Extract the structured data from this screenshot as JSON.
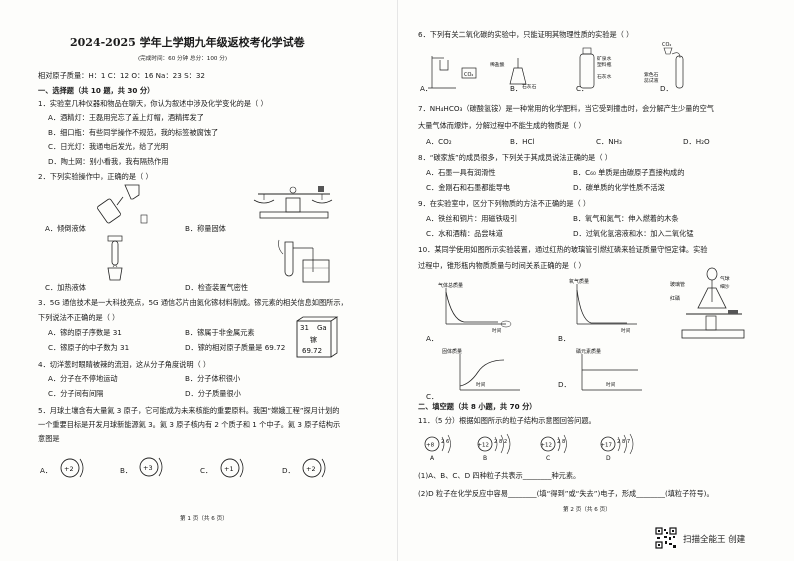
{
  "left": {
    "title": "2024-2025 学年上学期九年级返校考化学试卷",
    "subtitle": "(完成时间：60 分钟   总分：100 分)",
    "atomic_mass": "相对原子质量：H：1   C：12   O：16   Na：23   S：32",
    "section1": "一、选择题（共 10 题，共 30 分）",
    "q1": {
      "stem": "1．实验室几种仪器和物品在聊天，你认为叙述中涉及化学变化的是（   ）",
      "a": "A．酒精灯：王磊用完忘了盖上灯帽，酒精挥发了",
      "b": "B．细口瓶：有些同学操作不规范，我的标签被腐蚀了",
      "c": "C．日光灯：我通电后发光，给了光明",
      "d": "D．陶土网：别小看我，我有隔热作用"
    },
    "q2": {
      "stem": "2．下列实验操作中，正确的是（   ）",
      "a": "A．倾倒液体",
      "b": "B．称量固体",
      "c": "C．加热液体",
      "d": "D．检查装置气密性"
    },
    "q3": {
      "line1": "3．5G 通信技术是一大科技亮点，5G 通信芯片由氮化镓材料制成。镓元素的相关信息如图所示，",
      "line2": "下列说法不正确的是（   ）",
      "a": "A．镓的原子序数是 31",
      "b": "B．镓属于非金属元素",
      "c": "C．镓原子的中子数为 31",
      "d": "D．镓的相对原子质量是 69.72",
      "cell_number": "31",
      "cell_symbol": "Ga",
      "cell_name": "镓",
      "cell_mass": "69.72"
    },
    "q4": {
      "stem": "4．切洋葱时眼睛被辣的流泪，这从分子角度说明（   ）",
      "a": "A．分子在不停地运动",
      "b": "B．分子体积很小",
      "c": "C．分子间有间隔",
      "d": "D．分子质量很小"
    },
    "q5": {
      "line1": "5．月球土壤含有大量氦 3 原子，它可能成为未来核能的重要原料。我国“嫦娥工程”探月计划的",
      "line2": "一个重要目标是开发月球新能源氦 3。氦 3 原子核内有 2 个质子和 1 个中子。氦 3 原子结构示",
      "line3": "意图是",
      "a": "A．",
      "b": "B．",
      "c": "C．",
      "d": "D．",
      "nuclei": [
        "+2",
        "+3",
        "+1",
        "+2"
      ]
    },
    "footer": "第 1 页（共 6 页）"
  },
  "right": {
    "q6": {
      "stem": "6．下列有关二氧化碳的实验中，只能证明其物理性质的实验是（   ）",
      "a": "A．",
      "b": "B．",
      "c": "C．",
      "d": "D．",
      "label_b1": "稀盐酸",
      "label_b2": "石灰石",
      "label_c1": "矿泉水",
      "label_c2": "塑料瓶",
      "label_c3": "石灰水",
      "label_d1": "紫色石",
      "label_d2": "蕊试液",
      "label_co2": "CO₂"
    },
    "q7": {
      "line1": "7．NH₄HCO₃（碳酸氢铵）是一种常用的化学肥料，当它受到撞击时，会分解产生少量的空气",
      "line2": "大量气体而爆炸，分解过程中不能生成的物质是（   ）",
      "a": "A．CO₂",
      "b": "B．HCl",
      "c": "C．NH₃",
      "d": "D．H₂O"
    },
    "q8": {
      "stem": "8．“碳家族”的成员很多，下列关于其成员说法正确的是（   ）",
      "a": "A．石墨一具有润滑性",
      "b": "B．C₆₀ 单质是由碳原子直接构成的",
      "c": "C．金刚石和石墨都能导电",
      "d": "D．碳单质的化学性质不活泼"
    },
    "q9": {
      "stem": "9．在实验室中，区分下列物质的方法不正确的是（   ）",
      "a": "A．铁丝和铜片：用磁铁吸引",
      "b": "B．氧气和氮气：伸入燃着的木条",
      "c": "C．水和酒精：品尝味道",
      "d": "D．过氧化氢溶液和水：加入二氧化锰"
    },
    "q10": {
      "line1": "10．某同学使用如图所示实验装置，通过红热的玻璃管引燃红磷来验证质量守恒定律。实验",
      "line2": "过程中，锥形瓶内物质质量与时间关系正确的是（   ）",
      "a": "A．",
      "b": "B．",
      "c": "C．",
      "d": "D．",
      "g1_y": "气体总质量",
      "g2_y": "氧气质量",
      "g3_y": "固体质量",
      "g4_y": "磷元素质量",
      "time": "时间",
      "app1": "玻璃管",
      "app2": "红磷",
      "app3": "气球",
      "app4": "细沙"
    },
    "section2": "二、填空题（共 8 小题，共 70 分）",
    "q11": {
      "stem": "11．（5 分）根据如图所示的粒子结构示意图回答问题。",
      "a": "A",
      "b": "B",
      "c": "C",
      "d": "D",
      "nuclei": [
        "+8",
        "+12",
        "+12",
        "+17"
      ],
      "electrons": [
        "2 6",
        "2 8 2",
        "2 8",
        "2 8 7"
      ],
      "line1": "(1)A、B、C、D 四种粒子共表示________种元素。",
      "line2": "(2)D 粒子在化学反应中容易________(填“得到”或“失去”)电子，形成________(填粒子符号)。"
    },
    "footer": "第 2 页（共 6 页）"
  },
  "scanner": "扫描全能王  创建"
}
